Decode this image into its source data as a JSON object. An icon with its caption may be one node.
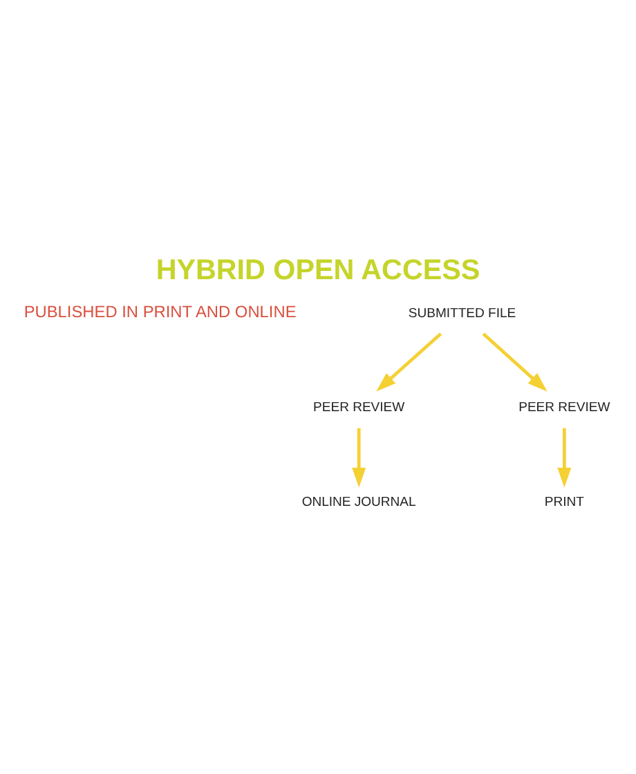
{
  "diagram": {
    "title": "HYBRID OPEN ACCESS",
    "nodes": [
      {
        "text": [
          "SUBMITTED FILE"
        ]
      },
      {
        "text": [
          "PEER REVIEW"
        ]
      },
      {
        "text": [
          "PEER REVIEW"
        ]
      },
      {
        "text": [
          "ONLINE JOURNAL"
        ]
      },
      {
        "text": [
          "PRINT"
        ]
      }
    ],
    "edges": [
      {
        "from": 0,
        "to": 1,
        "arrow": "to"
      },
      {
        "from": 0,
        "to": 2,
        "arrow": "to"
      },
      {
        "from": 1,
        "to": 3,
        "arrow": "to"
      },
      {
        "from": 2,
        "to": 4,
        "arrow": "to"
      }
    ],
    "labels": [
      "PUBLISHED IN PRINT AND ONLINE"
    ]
  }
}
